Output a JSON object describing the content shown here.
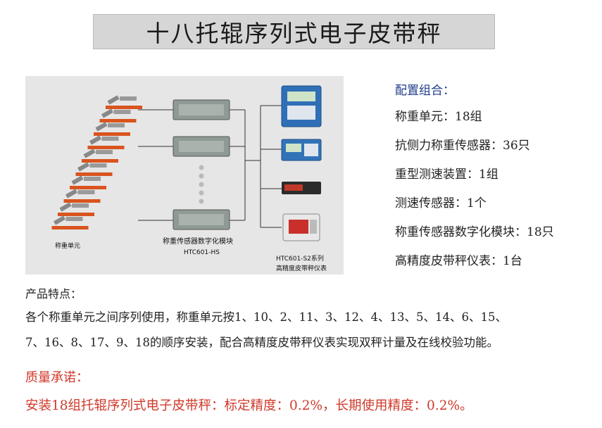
{
  "title": "十八托辊序列式电子皮带秤",
  "diagram": {
    "label_units": "称重单元",
    "label_module": "称重传感器数字化模块",
    "label_module_model": "HTC601-HS",
    "label_meter_model": "HTC601-S2系列",
    "label_meter_name": "高精度皮带秤仪表"
  },
  "config": {
    "title": "配置组合：",
    "items": [
      "称重单元：18组",
      "抗侧力称重传感器：36只",
      "重型测速装置：1组",
      "测速传感器：1个",
      "称重传感器数字化模块：18只",
      "高精度皮带秤仪表：1台"
    ]
  },
  "features": {
    "title": "产品特点：",
    "line1": "各个称重单元之间序列使用，称重单元按1、10、2、11、3、12、4、13、5、14、6、15、",
    "line2": "7、16、8、17、9、18的顺序安装，配合高精度皮带秤仪表实现双秤计量及在线校验功能。"
  },
  "promise": {
    "title": "质量承诺：",
    "text": "安装18组托辊序列式电子皮带秤：标定精度：0.2%，长期使用精度：0.2%。"
  },
  "colors": {
    "accent_blue": "#1f3c8a",
    "promise_red": "#d0392b",
    "frame_orange": "#d9541e"
  }
}
